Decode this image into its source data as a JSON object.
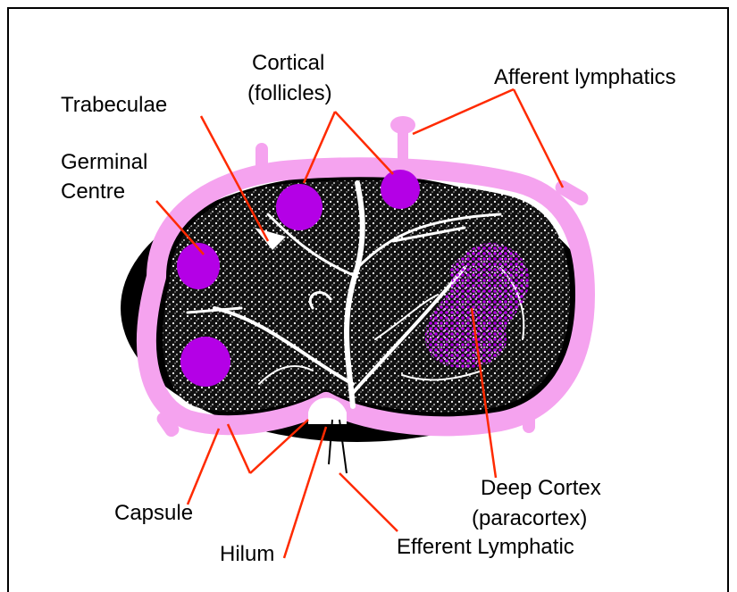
{
  "labels": {
    "cortical": "Cortical",
    "cortical_sub": "(follicles)",
    "afferent": "Afferent lymphatics",
    "trabeculae": "Trabeculae",
    "germinal": "Germinal",
    "germinal_sub": "Centre",
    "capsule": "Capsule",
    "hilum": "Hilum",
    "efferent": "Efferent Lymphatic",
    "deep_cortex": "Deep Cortex",
    "deep_cortex_sub": "(paracortex)"
  },
  "colors": {
    "capsule_pink": "#f5a3ef",
    "follicle_purple": "#b400e6",
    "leader_red": "#ff2a00",
    "tissue_dark": "#000000"
  }
}
